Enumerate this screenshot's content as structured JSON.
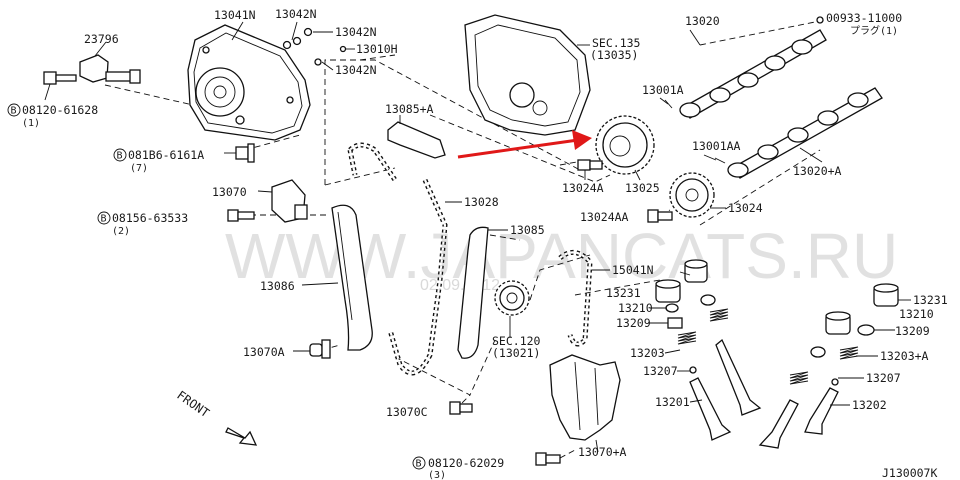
{
  "diagram": {
    "labels": {
      "l13041n": "13041N",
      "l13042n_a": "13042N",
      "l13042n_b": "13042N",
      "l13042n_c": "13042N",
      "l13010h": "13010H",
      "l23796": "23796",
      "l08120_61628": "08120-61628",
      "l08120_61628_q": "(1)",
      "l081b6": "081B6-6161A",
      "l081b6_q": "(7)",
      "l13070": "13070",
      "l08156": "08156-63533",
      "l08156_q": "(2)",
      "l13086": "13086",
      "l13070a": "13070A",
      "l13085a": "13085+A",
      "l13028": "13028",
      "l13085": "13085",
      "l15041n": "15041N",
      "lsec120": "SEC.120",
      "lsec120_sub": "(13021)",
      "l13070c": "13070C",
      "l08120_62029": "08120-62029",
      "l08120_62029_q": "(3)",
      "l13070plusa": "13070+A",
      "lsec135": "SEC.135",
      "lsec135_sub": "(13035)",
      "l13020": "13020",
      "l00933": "00933-11000",
      "lplug": "プラグ(1)",
      "l13001a": "13001A",
      "l13024a": "13024A",
      "l13025": "13025",
      "l13001aa": "13001AA",
      "l13020a": "13020+A",
      "l13024aa": "13024AA",
      "l13024": "13024",
      "l13231_a": "13231",
      "l13210_a": "13210",
      "l13209_a": "13209",
      "l13203": "13203",
      "l13207_a": "13207",
      "l13201": "13201",
      "l13231_b": "13231",
      "l13210_b": "13210",
      "l13209_b": "13209",
      "l13203a": "13203+A",
      "l13207_b": "13207",
      "l13202": "13202",
      "front": "FRONT",
      "bolt_symbol": "B",
      "code": "J130007K"
    },
    "watermark": {
      "text": "WWW.JAPANCATS.RU",
      "date": "02.09.2012"
    },
    "colors": {
      "line": "#111111",
      "pointer_arrow": "#e01818",
      "watermark": "#c9c9c9"
    }
  }
}
